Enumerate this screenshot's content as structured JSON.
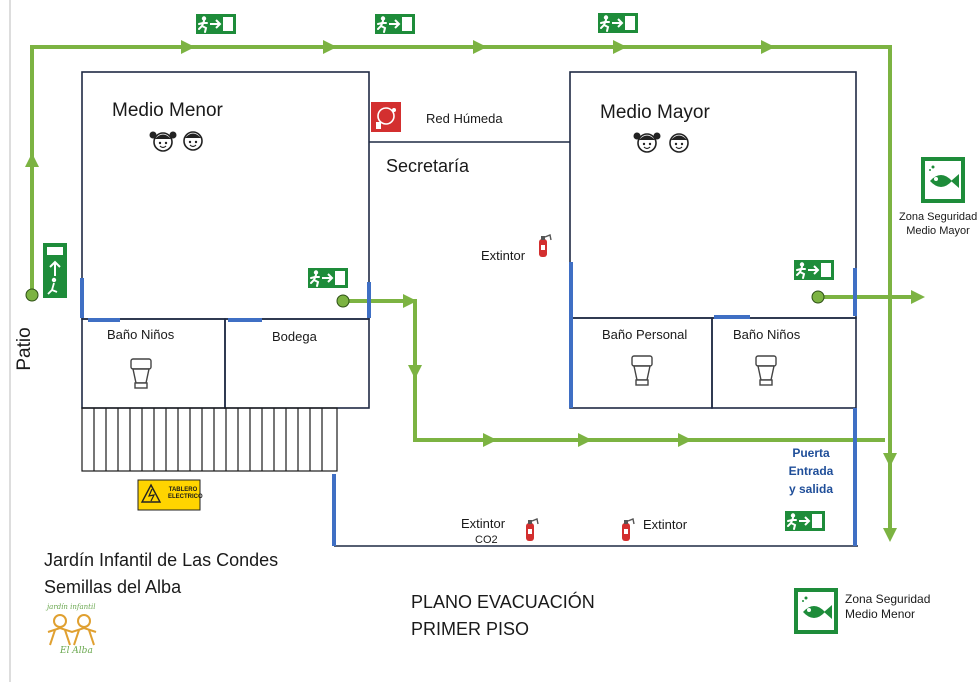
{
  "labels": {
    "patio": "Patio",
    "medio_menor": "Medio Menor",
    "medio_mayor": "Medio Mayor",
    "red_humeda": "Red Húmeda",
    "secretaria": "Secretaría",
    "extintor_1": "Extintor",
    "extintor_2": "Extintor",
    "extintor_3": "Extintor",
    "co2": "CO2",
    "bano_ninos_1": "Baño Niños",
    "bano_ninos_2": "Baño Niños",
    "bodega": "Bodega",
    "bano_personal": "Baño Personal",
    "puerta_1": "Puerta",
    "puerta_2": "Entrada",
    "puerta_3": "y salida",
    "zona_mayor_1": "Zona Seguridad",
    "zona_mayor_2": "Medio Mayor",
    "zona_menor_1": "Zona Seguridad",
    "zona_menor_2": "Medio Menor",
    "school_1": "Jardín Infantil de Las Condes",
    "school_2": "Semillas del Alba",
    "plan_1": "PLANO EVACUACIÓN",
    "plan_2": "PRIMER PISO",
    "tablero_1": "TABLERO",
    "tablero_2": "ELECTRICO",
    "logo_1": "jardín infantil",
    "logo_2": "El Alba"
  },
  "colors": {
    "route": "#7cb342",
    "wall": "#1f2a44",
    "door": "#3f6fc4",
    "exit_sign": "#1e8c3a",
    "extinguisher": "#d32f2f",
    "hazard": "#ffd400",
    "logo": "#e0a030"
  },
  "icons": [
    "exit-sign-icon",
    "exit-up-icon",
    "running-man-icon",
    "child-face-icon",
    "fire-hose-icon",
    "extinguisher-icon",
    "toilet-icon",
    "safety-zone-fish-icon",
    "electric-hazard-icon",
    "school-logo-icon"
  ]
}
